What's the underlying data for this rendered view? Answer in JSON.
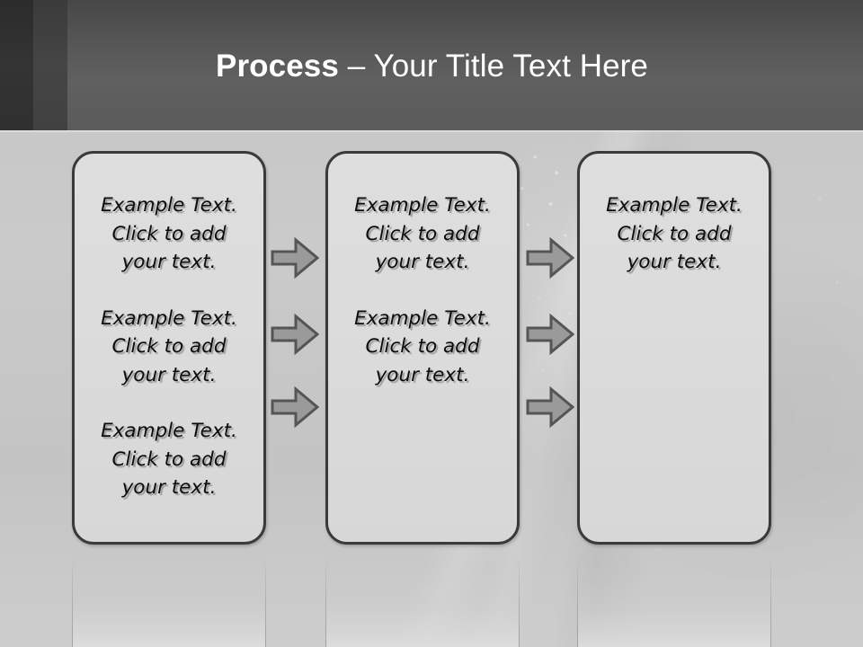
{
  "slide": {
    "title": {
      "strong": "Process",
      "dash": " – ",
      "rest": "Your Title Text Here"
    },
    "background_color": "#c9c9c9",
    "header_color": "#5b5b5b",
    "box_fill_color": "#dcdcdc",
    "box_border_color": "#3a3a3a",
    "arrow_fill_color": "#9a9a9a",
    "arrow_stroke_color": "#555555",
    "title_color": "#ffffff",
    "body_text_color": "#0c0c0c"
  },
  "boxes": [
    {
      "name": "process-box-1",
      "paragraphs": [
        "Example Text.\nClick  to add\nyour text.",
        "Example Text.\nClick  to add\nyour text.",
        "Example Text.\nClick  to add\nyour text."
      ]
    },
    {
      "name": "process-box-2",
      "paragraphs": [
        "Example Text.\nClick  to add\nyour text.",
        "Example Text.\nClick  to add\nyour text."
      ]
    },
    {
      "name": "process-box-3",
      "paragraphs": [
        "Example Text.\nClick  to add\nyour text."
      ]
    }
  ],
  "arrows": {
    "icon": "arrow-right-icon",
    "group_a": [
      "arrow-1",
      "arrow-2",
      "arrow-3"
    ],
    "group_b": [
      "arrow-1",
      "arrow-2",
      "arrow-3"
    ]
  }
}
